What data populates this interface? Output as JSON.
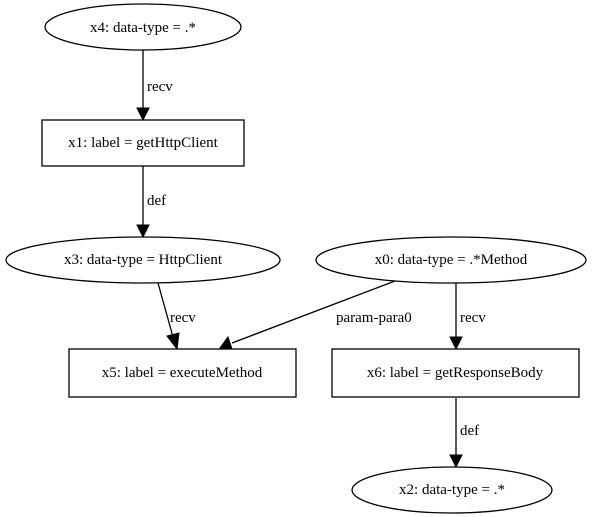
{
  "nodes": {
    "x4": {
      "label": "x4: data-type = .*",
      "shape": "ellipse"
    },
    "x1": {
      "label": "x1: label = getHttpClient",
      "shape": "box"
    },
    "x3": {
      "label": "x3: data-type = HttpClient",
      "shape": "ellipse"
    },
    "x0": {
      "label": "x0: data-type = .*Method",
      "shape": "ellipse"
    },
    "x5": {
      "label": "x5: label = executeMethod",
      "shape": "box"
    },
    "x6": {
      "label": "x6: label = getResponseBody",
      "shape": "box"
    },
    "x2": {
      "label": "x2: data-type = .*",
      "shape": "ellipse"
    }
  },
  "edges": {
    "x4_x1": {
      "from": "x4",
      "to": "x1",
      "label": "recv"
    },
    "x1_x3": {
      "from": "x1",
      "to": "x3",
      "label": "def"
    },
    "x3_x5": {
      "from": "x3",
      "to": "x5",
      "label": "recv"
    },
    "x0_x5": {
      "from": "x0",
      "to": "x5",
      "label": "param-para0"
    },
    "x0_x6": {
      "from": "x0",
      "to": "x6",
      "label": "recv"
    },
    "x6_x2": {
      "from": "x6",
      "to": "x2",
      "label": "def"
    }
  }
}
